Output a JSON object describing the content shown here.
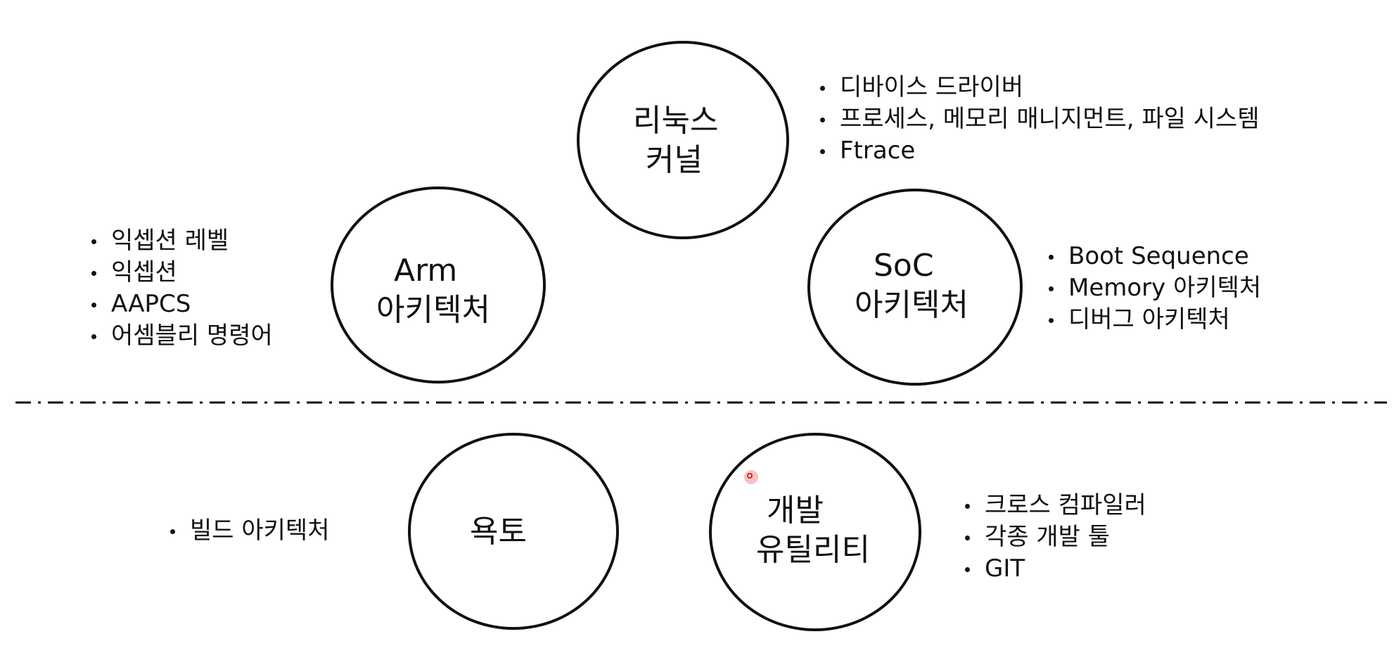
{
  "diagram": {
    "nodes": {
      "linux_kernel": {
        "label_line1": "리눅스",
        "label_line2": "커널",
        "notes": [
          "디바이스 드라이버",
          "프로세스, 메모리 매니지먼트, 파일 시스템",
          "Ftrace"
        ]
      },
      "arm_arch": {
        "label_line1": "Arm",
        "label_line2": "아키텍처",
        "notes": [
          "익셉션 레벨",
          "익셉션",
          "AAPCS",
          "어셈블리 명령어"
        ]
      },
      "soc_arch": {
        "label_line1": "SoC",
        "label_line2": "아키텍처",
        "notes": [
          "Boot Sequence",
          "Memory 아키텍처",
          "디버그 아키텍처"
        ]
      },
      "yocto": {
        "label_line1": "욕토",
        "notes": [
          "빌드 아키텍처"
        ]
      },
      "dev_utility": {
        "label_line1": "개발",
        "label_line2": "유틸리티",
        "notes": [
          "크로스 컴파일러",
          "각종 개발 툴",
          "GIT"
        ]
      }
    },
    "divider_style": "dash-dot",
    "colors": {
      "stroke": "#111111",
      "background": "#ffffff",
      "cursor": "#d01c1c"
    }
  }
}
